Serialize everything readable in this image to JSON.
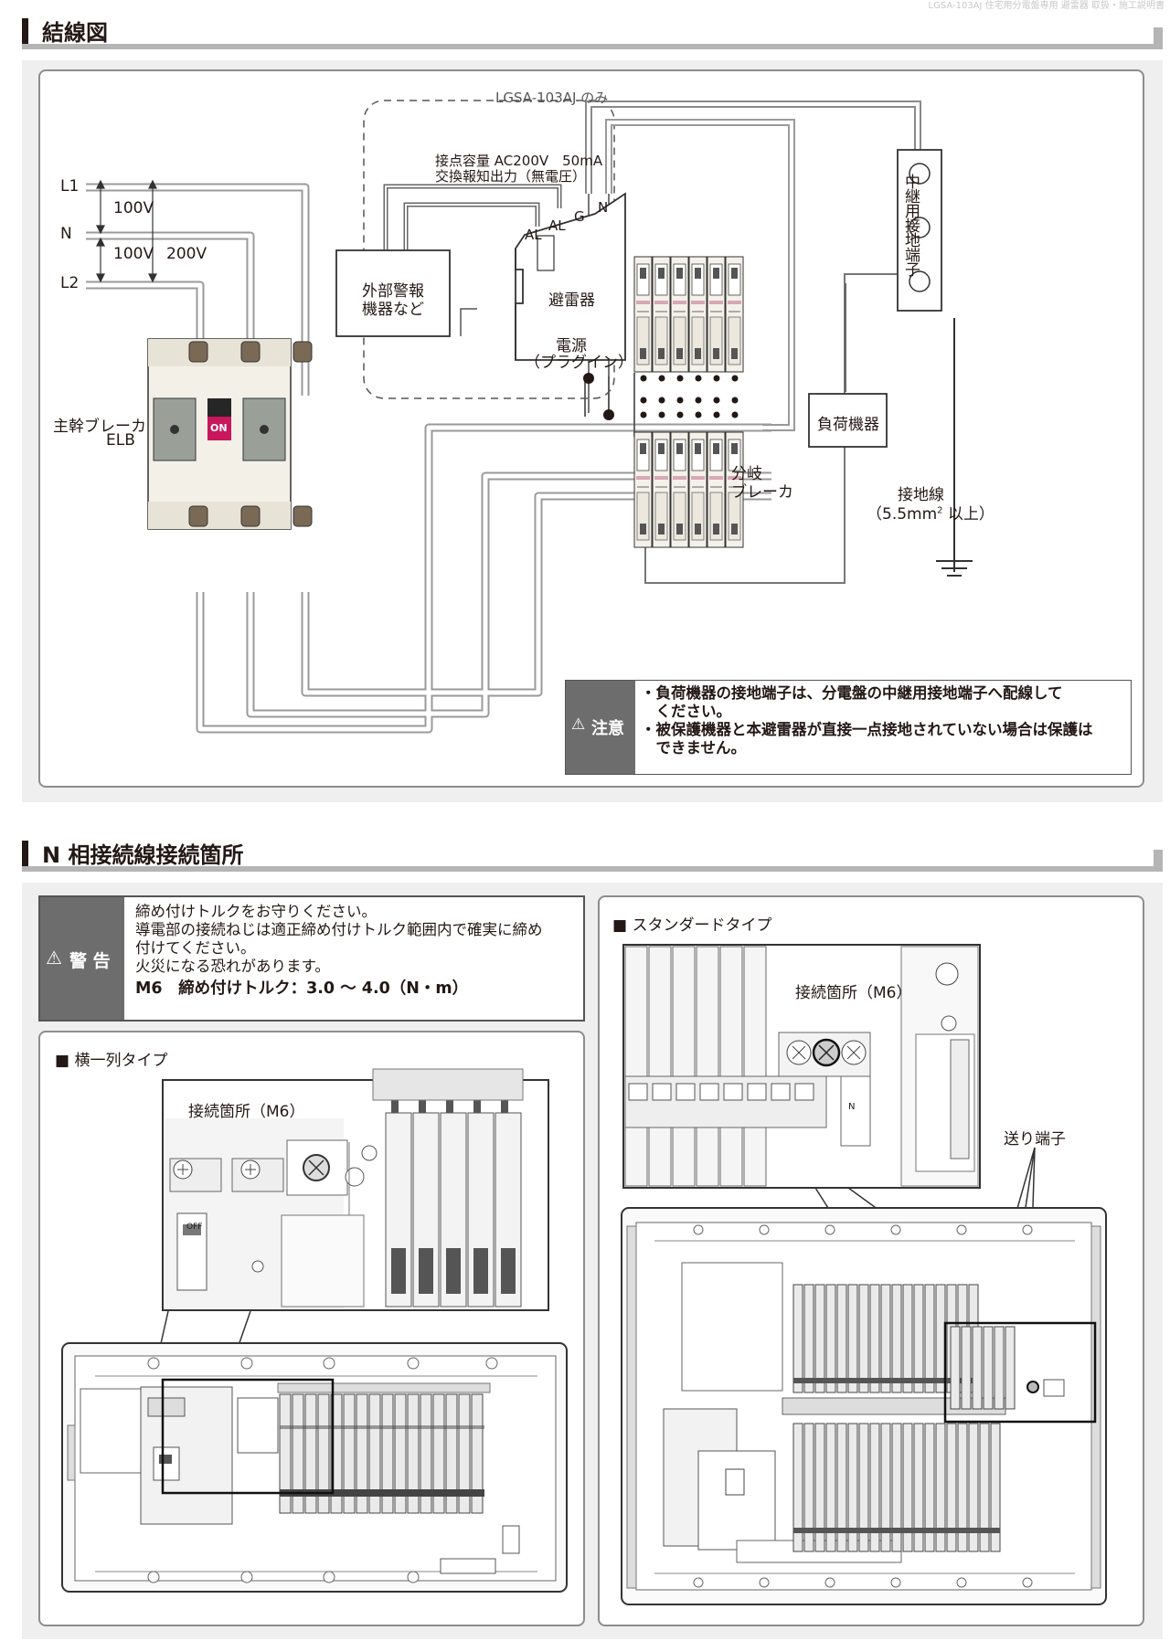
{
  "header": {
    "faint_text": "LGSA-103AJ 住宅用分電盤専用 避雷器 取扱・施工説明書"
  },
  "section1": {
    "title": "結線図"
  },
  "wiring": {
    "lgsa_label": "LGSA-103AJ のみ",
    "contact_line1": "接点容量 AC200V　50mA",
    "contact_line2": "交換報知出力（無電圧）",
    "L1": "L1",
    "N": "N",
    "L2": "L2",
    "v100a": "100V",
    "v100b": "100V",
    "v200": "200V",
    "external_line1": "外部警報",
    "external_line2": "機器など",
    "AL1": "AL",
    "AL2": "AL",
    "G": "G",
    "Nterm": "N",
    "arrester": "避雷器",
    "power_line1": "電源",
    "power_line2": "（プラグイン）",
    "relay_terminal": "中継用接地端子",
    "load": "負荷機器",
    "main_breaker_line1": "主幹ブレーカ",
    "main_breaker_line2": "ELB",
    "on_label": "ON",
    "branch_line1": "分岐",
    "branch_line2": "ブレーカ",
    "ground_line1": "接地線",
    "ground_line2_pre": "（5.5mm",
    "ground_sup": "2",
    "ground_line2_post": " 以上）"
  },
  "caution": {
    "head": "注意",
    "line1": "・負荷機器の接地端子は、分電盤の中継用接地端子へ配線して",
    "line2": "　ください。",
    "line3": "・被保護機器と本避雷器が直接一点接地されていない場合は保護は",
    "line4": "　できません。"
  },
  "section2": {
    "title": "N 相接続線接続箇所"
  },
  "warning": {
    "head": "警 告",
    "line1": "締め付けトルクをお守りください。",
    "line2": "導電部の接続ねじは適正締め付けトルク範囲内で確実に締め",
    "line3": "付けてください。",
    "line4": "火災になる恐れがあります。",
    "torque": "M6　締め付けトルク：3.0 ～ 4.0（N・m）"
  },
  "horizontal": {
    "title": "■ 横一列タイプ",
    "callout": "接続箇所（M6）",
    "off_label": "OFF"
  },
  "standard": {
    "title": "■ スタンダードタイプ",
    "callout": "接続箇所（M6）",
    "send_terminal": "送り端子",
    "n_mark": "N"
  },
  "colors": {
    "wire_gray": "#8a8a8a",
    "breaker_red": "#c8175d",
    "gray_head": "#6d6d6d"
  }
}
